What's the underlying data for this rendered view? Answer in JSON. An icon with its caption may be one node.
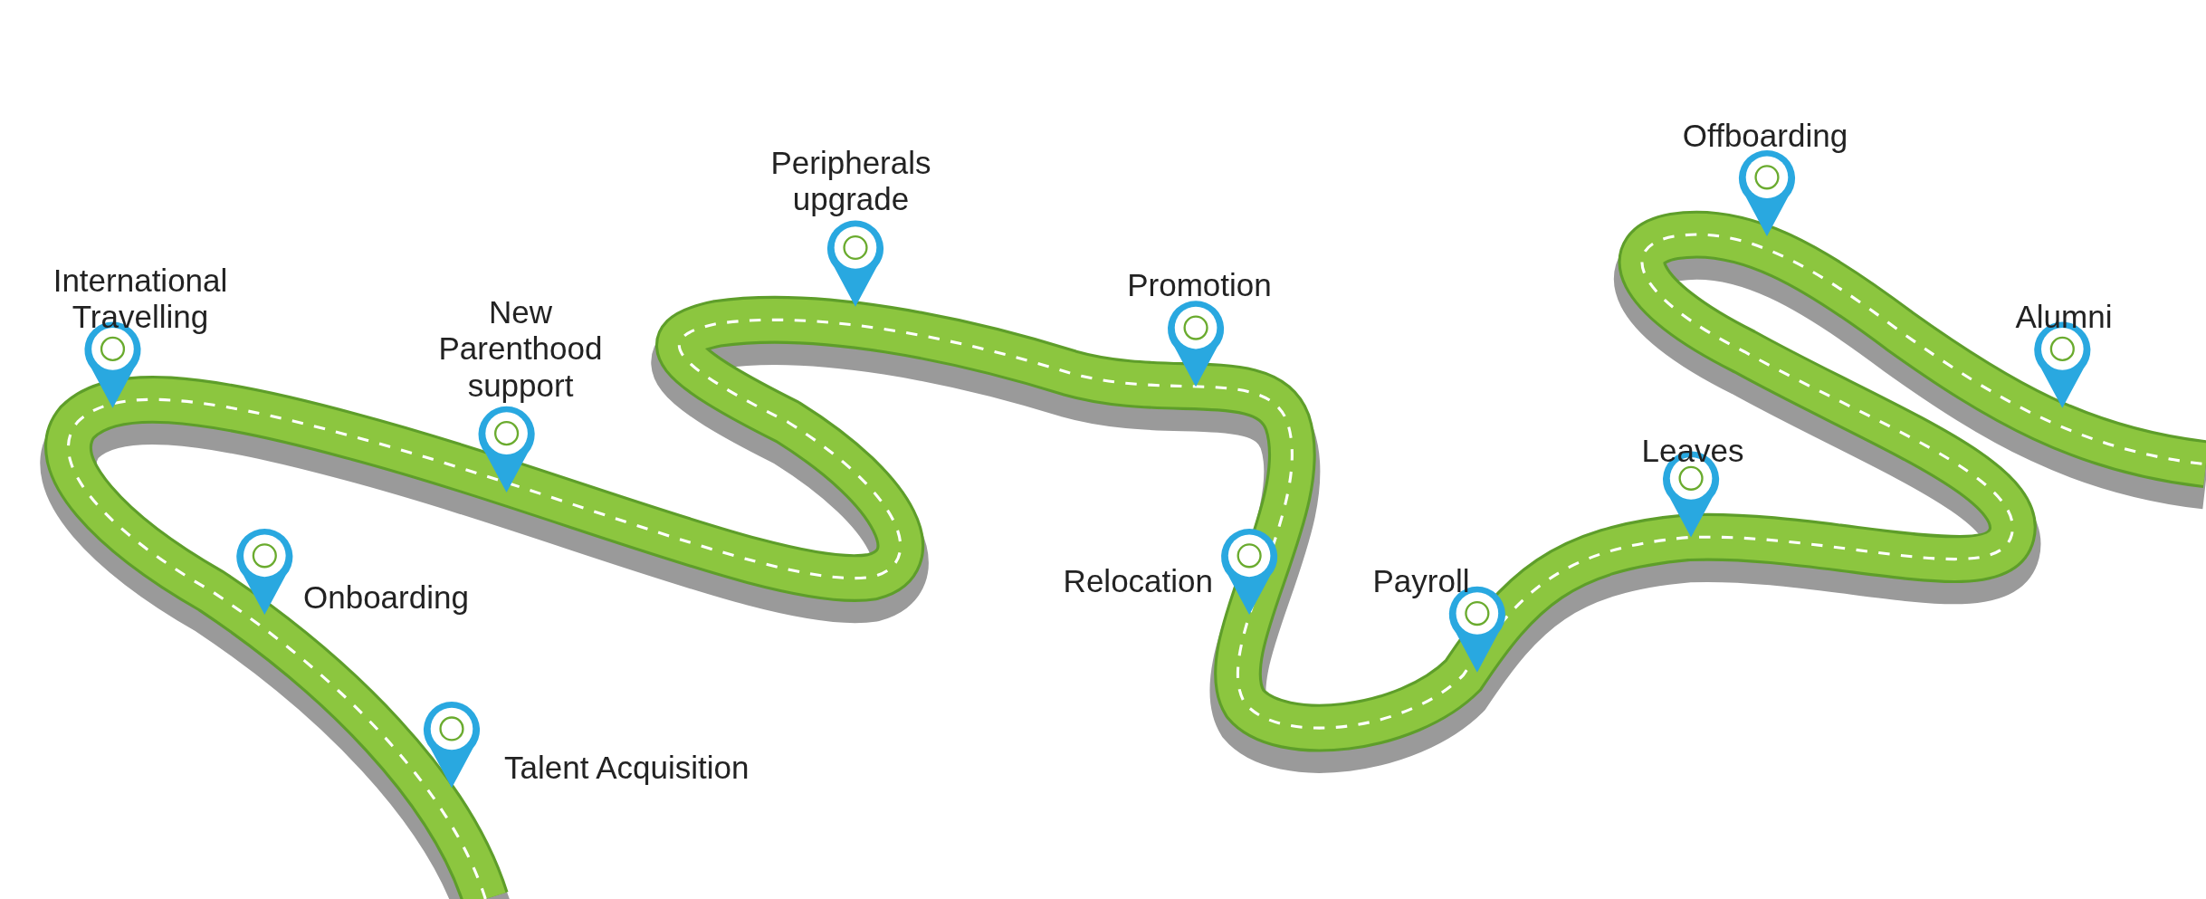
{
  "diagram": {
    "labels": [
      "Talent Acquisition",
      "Onboarding",
      "International Travelling",
      "New Parenthood support",
      "Peripherals upgrade",
      "Promotion",
      "Relocation",
      "Payroll",
      "Leaves",
      "Offboarding",
      "Alumni"
    ]
  }
}
